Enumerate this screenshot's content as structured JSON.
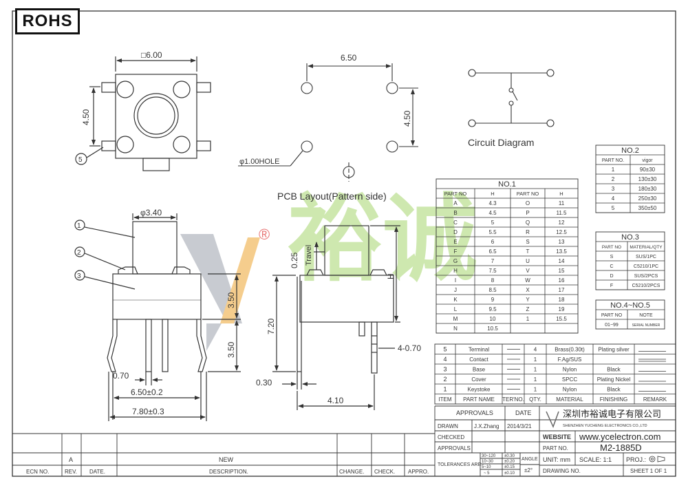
{
  "badge": "ROHS",
  "drawing": {
    "top_dims": {
      "square": "□6.00",
      "height": "4.50",
      "pin_label": "5"
    },
    "pcb": {
      "width": "6.50",
      "height": "4.50",
      "hole": "φ1.00HOLE",
      "caption": "PCB Layout(Pattern side)"
    },
    "circuit_caption": "Circuit Diagram",
    "front": {
      "callouts": [
        "1",
        "2",
        "3"
      ],
      "stem": "φ3.40",
      "dim_upper": "3.50",
      "dim_lower": "3.50",
      "d070": "0.70",
      "d650": "6.50±0.2",
      "d780": "7.80±0.3"
    },
    "side": {
      "d025": "0.25",
      "travel": "Travel",
      "H": "H",
      "d720": "7.20",
      "d030": "0.30",
      "d410": "4.10",
      "d470": "4-0.70"
    }
  },
  "no1": {
    "title": "NO.1",
    "headers": [
      "PART NO",
      "H",
      "PART NO",
      "H"
    ],
    "rows": [
      [
        "A",
        "4.3",
        "O",
        "11"
      ],
      [
        "B",
        "4.5",
        "P",
        "11.5"
      ],
      [
        "C",
        "5",
        "Q",
        "12"
      ],
      [
        "D",
        "5.5",
        "R",
        "12.5"
      ],
      [
        "E",
        "6",
        "S",
        "13"
      ],
      [
        "F",
        "6.5",
        "T",
        "13.5"
      ],
      [
        "G",
        "7",
        "U",
        "14"
      ],
      [
        "H",
        "7.5",
        "V",
        "15"
      ],
      [
        "I",
        "8",
        "W",
        "16"
      ],
      [
        "J",
        "8.5",
        "X",
        "17"
      ],
      [
        "K",
        "9",
        "Y",
        "18"
      ],
      [
        "L",
        "9.5",
        "Z",
        "19"
      ],
      [
        "M",
        "10",
        "1",
        "15.5"
      ],
      [
        "N",
        "10.5",
        "",
        ""
      ]
    ]
  },
  "no2": {
    "title": "NO.2",
    "headers": [
      "PART NO.",
      "vigor"
    ],
    "rows": [
      [
        "1",
        "90±30"
      ],
      [
        "2",
        "130±30"
      ],
      [
        "3",
        "180±30"
      ],
      [
        "4",
        "250±30"
      ],
      [
        "5",
        "350±50"
      ]
    ]
  },
  "no3": {
    "title": "NO.3",
    "headers": [
      "PART NO",
      "MATERIAL/QTY"
    ],
    "rows": [
      [
        "S",
        "SUS/1PC"
      ],
      [
        "C",
        "C5210/1PC"
      ],
      [
        "D",
        "SUS/2PCS"
      ],
      [
        "F",
        "C5210/2PCS"
      ]
    ]
  },
  "no45": {
    "title": "NO.4~NO.5",
    "headers": [
      "PART NO",
      "NOTE"
    ],
    "row": [
      "01~99",
      "SERIAL NUMBER"
    ]
  },
  "bom": {
    "rows": [
      [
        "5",
        "Terminal",
        "4",
        "Brass(0.30t)",
        "Plating silver"
      ],
      [
        "4",
        "Contact",
        "1",
        "F.Ag/SUS",
        ""
      ],
      [
        "3",
        "Base",
        "1",
        "Nylon",
        "Black"
      ],
      [
        "2",
        "Cover",
        "1",
        "SPCC",
        "Plating Nickel"
      ],
      [
        "1",
        "Keystoke",
        "1",
        "Nylon",
        "Black"
      ]
    ],
    "headers": [
      "ITEM",
      "PART NAME",
      "TER'NO.",
      "QTY.",
      "MATERIAL",
      "FINISHING",
      "REMARK"
    ]
  },
  "title_block": {
    "approvals": "APPROVALS",
    "date": "DATE",
    "drawn": "DRAWN",
    "drawn_by": "J.X.Zhang",
    "drawn_date": "2014/3/21",
    "checked": "CHECKED",
    "approval": "APPROVALS",
    "company_cn": "深圳市裕诚电子有限公司",
    "company_en": "SHENZHEN YUCHENG ELECTRONICS CO.,LTD",
    "website_label": "WEBSITE",
    "website": "www.ycelectron.com",
    "part_label": "PART NO.",
    "part_no": "M2-1885D",
    "unit": "UNIT: mm",
    "scale": "SCALE:  1:1",
    "proj": "PROJ.:",
    "drawing_no": "DRAWING NO.",
    "sheet": "SHEET  1 OF 1",
    "tolerances": "TOLERANCES ARE",
    "tol_rows": [
      [
        "30~120",
        "±0.30"
      ],
      [
        "10~30",
        "±0.20"
      ],
      [
        "5~10",
        "±0.15"
      ],
      [
        "~ 5",
        "±0.10"
      ]
    ],
    "angle": "ANGLE",
    "angle_val": "±2°"
  },
  "revision": {
    "rev": "A",
    "desc": "NEW",
    "headers": [
      "ECN NO.",
      "REV.",
      "DATE.",
      "DESCRIPTION.",
      "CHANGE.",
      "CHECK.",
      "APPRO."
    ]
  },
  "watermark": {
    "text": "裕诚",
    "mark": "®"
  },
  "colors": {
    "line": "#333333",
    "watermark_green": "#bfe09a",
    "watermark_orange": "#f4c57a"
  }
}
